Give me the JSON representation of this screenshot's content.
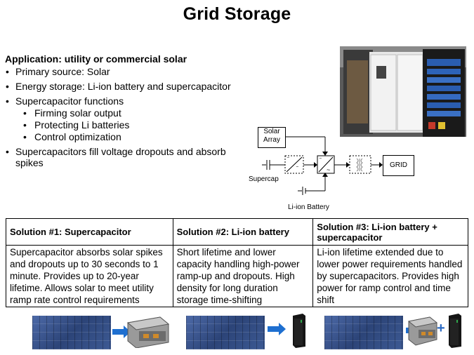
{
  "title": "Grid Storage",
  "application_heading": "Application: utility or commercial solar",
  "bullets": {
    "b1": "Primary source: Solar",
    "b2": "Energy storage: Li-ion battery and supercapacitor",
    "b3": "Supercapacitor functions",
    "b3_sub1": "Firming solar output",
    "b3_sub2": "Protecting Li batteries",
    "b3_sub3": "Control optimization",
    "b4": "Supercapacitors fill voltage dropouts and absorb spikes"
  },
  "diagram": {
    "solar_array": "Solar Array",
    "grid": "GRID",
    "supercap": "Supercap",
    "li_ion_battery": "Li-ion Battery"
  },
  "table": {
    "headers": [
      "Solution #1: Supercapacitor",
      "Solution #2: Li-ion battery",
      "Solution #3: Li-ion battery + supercapacitor"
    ],
    "cells": [
      "Supercapacitor absorbs solar spikes and dropouts up to 30 seconds to 1 minute. Provides up to 20-year lifetime. Allows  solar to meet utility ramp rate control requirements",
      "Short lifetime  and lower capacity handling high-power ramp-up and dropouts. High density for long duration storage time-shifting",
      "Li-ion lifetime extended due to lower power requirements handled by supercapacitors. Provides high power for ramp control and time shift"
    ]
  },
  "colors": {
    "arrow_blue": "#1e6fd0",
    "panel_blue": "#3d5a94"
  },
  "icons": [
    "solar-panel-image",
    "supercapacitor-module-image",
    "battery-cabinet-image",
    "right-arrow-icon",
    "plus-icon"
  ]
}
